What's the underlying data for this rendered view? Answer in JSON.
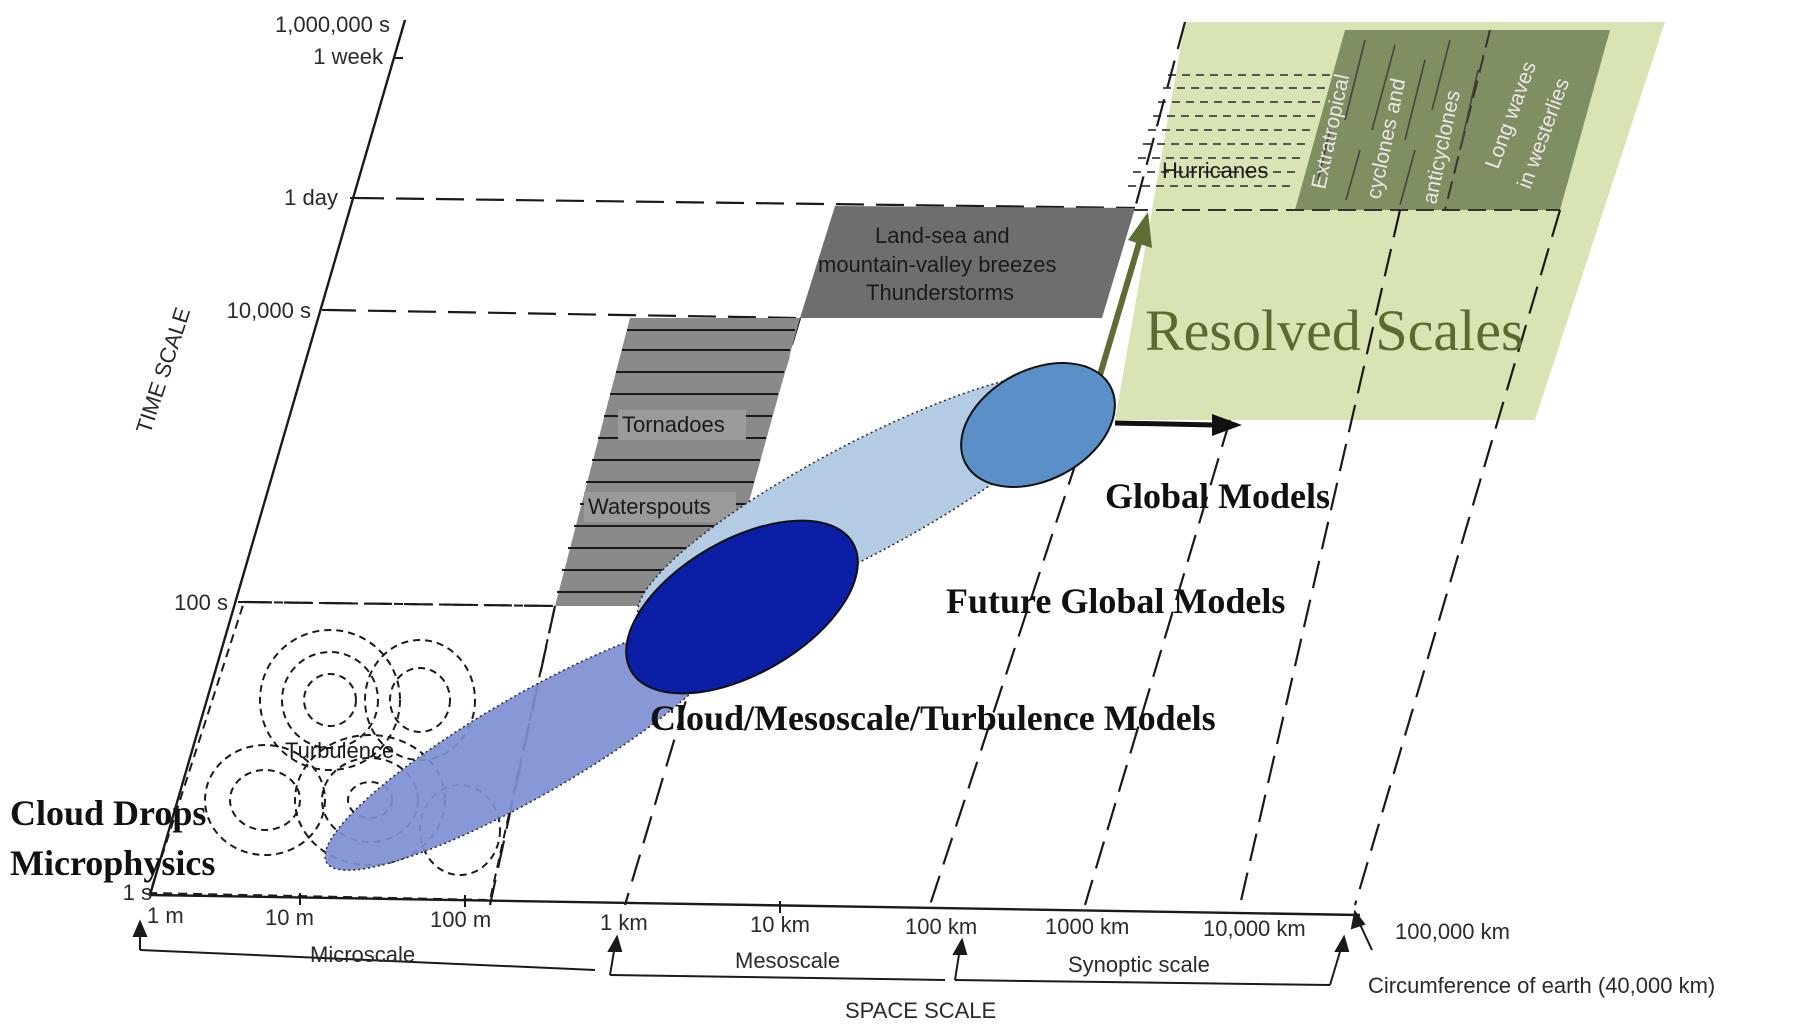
{
  "axes": {
    "time_title": "TIME SCALE",
    "space_title": "SPACE SCALE",
    "time_ticks": [
      "1,000,000 s",
      "1 week",
      "1 day",
      "10,000 s",
      "100 s",
      "1 s"
    ],
    "space_ticks": [
      "1 m",
      "10 m",
      "100 m",
      "1 km",
      "10 km",
      "100 km",
      "1000 km",
      "10,000 km",
      "100,000 km"
    ]
  },
  "scale_bands": {
    "micro": "Microscale",
    "meso": "Mesoscale",
    "synoptic": "Synoptic scale",
    "circumference": "Circumference of earth (40,000 km)"
  },
  "phenomena": {
    "turbulence": "Turbulence",
    "tornadoes": "Tornadoes",
    "waterspouts": "Waterspouts",
    "breezes_line1": "Land-sea and",
    "breezes_line2": "mountain-valley breezes",
    "breezes_line3": "Thunderstorms",
    "hurricanes": "Hurricanes",
    "extra_line1": "Extratropical",
    "extra_line2": "cyclones and",
    "extra_line3": "anticyclones",
    "long_line1": "Long waves",
    "long_line2": "in westerlies"
  },
  "overlay": {
    "resolved": "Resolved Scales",
    "global_models": "Global Models",
    "future_global_models": "Future Global Models",
    "cloud_models": "Cloud/Mesoscale/Turbulence Models",
    "cloud_drops_1": "Cloud Drops",
    "cloud_drops_2": "Microphysics"
  },
  "colors": {
    "resolved_fill": "#d6e3b0",
    "resolved_text": "#5a6a30",
    "arrow_green": "#5c6e33",
    "ellipse_light": "#b4cbe4",
    "ellipse_mid": "#5b8fc7",
    "ellipse_cloud": "#7e8fd4",
    "ellipse_dark": "#0a1fa6",
    "box_dark": "#6e6e6e"
  }
}
